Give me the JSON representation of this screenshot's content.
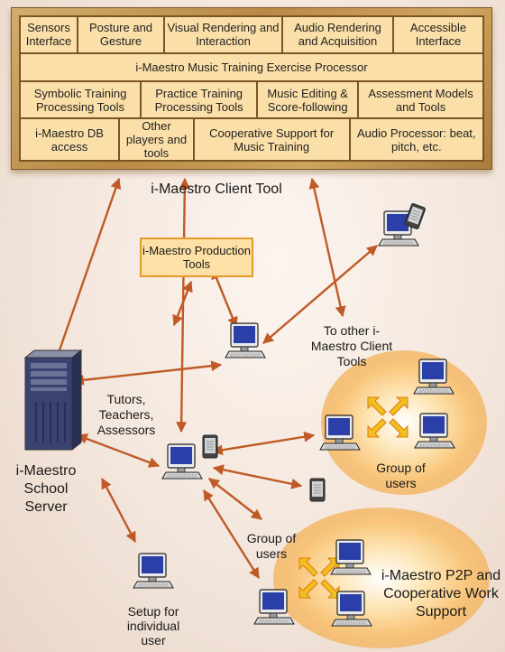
{
  "client_panel": {
    "row1": [
      "Sensors Interface",
      "Posture and Gesture",
      "Visual Rendering and Interaction",
      "Audio Rendering and Acquisition",
      "Accessible Interface"
    ],
    "row2": [
      "i-Maestro Music Training Exercise Processor"
    ],
    "row3": [
      "Symbolic Training Processing Tools",
      "Practice Training Processing Tools",
      "Music Editing & Score-following",
      "Assessment Models and Tools"
    ],
    "row4": [
      "i-Maestro DB access",
      "Other players and tools",
      "Cooperative Support for Music Training",
      "Audio Processor: beat, pitch, etc."
    ]
  },
  "labels": {
    "client_tool": "i-Maestro Client Tool",
    "production_tools": "i-Maestro Production Tools",
    "to_other_clients": "To other i-Maestro Client Tools",
    "tutors": "Tutors, Teachers, Assessors",
    "school_server": "i-Maestro School Server",
    "group_right": "Group of users",
    "group_bottom": "Group of users",
    "setup_individual": "Setup for individual user",
    "p2p": "i-Maestro P2P and Cooperative Work Support"
  },
  "colors": {
    "arrow": "#bf5a26",
    "panel_cell": "#fbdfa8",
    "panel_frame": "#b88a45",
    "group_glow": "#fbd089",
    "cross_arrow": "#f0c020",
    "monitor_screen": "#2a3fa8"
  },
  "icons": {
    "computer": "desktop-computer-icon",
    "tablet": "tablet-icon",
    "server": "server-tower-icon",
    "cross": "four-way-arrow-icon"
  }
}
